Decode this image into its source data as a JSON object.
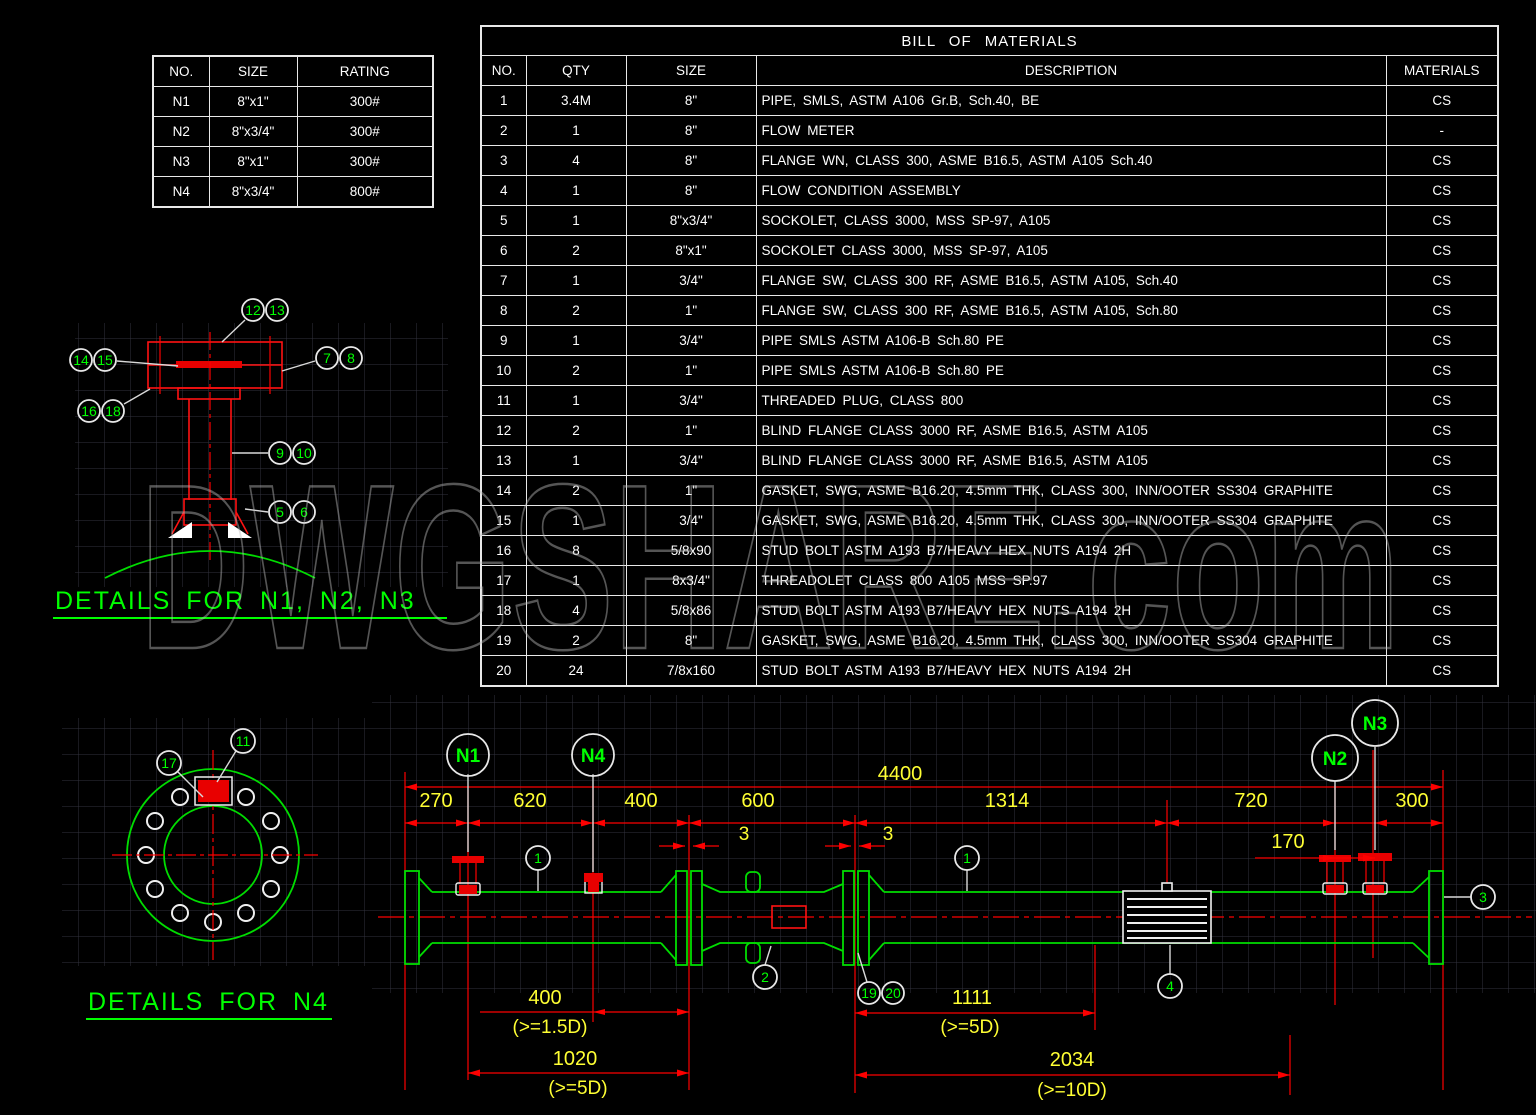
{
  "watermark": "DWGSHARE.com",
  "nozzle_table": {
    "headers": [
      "NO.",
      "SIZE",
      "RATING"
    ],
    "rows": [
      [
        "N1",
        "8\"x1\"",
        "300#"
      ],
      [
        "N2",
        "8\"x3/4\"",
        "300#"
      ],
      [
        "N3",
        "8\"x1\"",
        "300#"
      ],
      [
        "N4",
        "8\"x3/4\"",
        "800#"
      ]
    ]
  },
  "bom": {
    "title": "BILL OF MATERIALS",
    "headers": [
      "NO.",
      "QTY",
      "SIZE",
      "DESCRIPTION",
      "MATERIALS"
    ],
    "rows": [
      [
        "1",
        "3.4M",
        "8\"",
        "PIPE, SMLS, ASTM A106 Gr.B, Sch.40, BE",
        "CS"
      ],
      [
        "2",
        "1",
        "8\"",
        "FLOW METER",
        "-"
      ],
      [
        "3",
        "4",
        "8\"",
        "FLANGE WN, CLASS 300, ASME B16.5, ASTM A105 Sch.40",
        "CS"
      ],
      [
        "4",
        "1",
        "8\"",
        "FLOW CONDITION ASSEMBLY",
        "CS"
      ],
      [
        "5",
        "1",
        "8\"x3/4\"",
        "SOCKOLET, CLASS 3000, MSS SP-97, A105",
        "CS"
      ],
      [
        "6",
        "2",
        "8\"x1\"",
        "SOCKOLET CLASS 3000, MSS SP-97, A105",
        "CS"
      ],
      [
        "7",
        "1",
        "3/4\"",
        "FLANGE SW, CLASS 300 RF, ASME B16.5, ASTM A105, Sch.40",
        "CS"
      ],
      [
        "8",
        "2",
        "1\"",
        "FLANGE SW, CLASS 300 RF, ASME B16.5, ASTM A105, Sch.80",
        "CS"
      ],
      [
        "9",
        "1",
        "3/4\"",
        "PIPE SMLS ASTM A106-B Sch.80 PE",
        "CS"
      ],
      [
        "10",
        "2",
        "1\"",
        "PIPE SMLS ASTM A106-B Sch.80 PE",
        "CS"
      ],
      [
        "11",
        "1",
        "3/4\"",
        "THREADED PLUG, CLASS 800",
        "CS"
      ],
      [
        "12",
        "2",
        "1\"",
        "BLIND FLANGE CLASS 3000 RF, ASME B16.5, ASTM A105",
        "CS"
      ],
      [
        "13",
        "1",
        "3/4\"",
        "BLIND FLANGE CLASS 3000 RF, ASME B16.5, ASTM A105",
        "CS"
      ],
      [
        "14",
        "2",
        "1\"",
        "GASKET, SWG, ASME B16.20, 4.5mm THK, CLASS 300, INN/OOTER SS304 GRAPHITE",
        "CS"
      ],
      [
        "15",
        "1",
        "3/4\"",
        "GASKET, SWG, ASME B16.20, 4.5mm THK, CLASS 300, INN/OOTER SS304 GRAPHITE",
        "CS"
      ],
      [
        "16",
        "8",
        "5/8x90",
        "STUD BOLT ASTM A193 B7/HEAVY HEX NUTS A194 2H",
        "CS"
      ],
      [
        "17",
        "1",
        "8x3/4\"",
        "THREADOLET CLASS 800 A105 MSS SP.97",
        "CS"
      ],
      [
        "18",
        "4",
        "5/8x86",
        "STUD BOLT ASTM A193 B7/HEAVY HEX NUTS A194 2H",
        "CS"
      ],
      [
        "19",
        "2",
        "8\"",
        "GASKET, SWG, ASME B16.20, 4.5mm THK, CLASS 300, INN/OOTER SS304 GRAPHITE",
        "CS"
      ],
      [
        "20",
        "24",
        "7/8x160",
        "STUD BOLT ASTM A193 B7/HEAVY HEX NUTS A194 2H",
        "CS"
      ]
    ]
  },
  "details_n123": {
    "title": "DETAILS FOR N1, N2, N3",
    "callouts": [
      "12",
      "13",
      "14",
      "15",
      "16",
      "18",
      "7",
      "8",
      "9",
      "10",
      "5",
      "6"
    ]
  },
  "details_n4": {
    "title": "DETAILS FOR N4",
    "callouts": [
      "17",
      "11"
    ]
  },
  "assembly": {
    "nozzles": [
      "N1",
      "N4",
      "N2",
      "N3"
    ],
    "items": [
      "1",
      "2",
      "3",
      "4",
      "1",
      "19",
      "20"
    ],
    "dims": {
      "overall": "4400",
      "chain": [
        "270",
        "620",
        "400",
        "600",
        "1314",
        "720",
        "300"
      ],
      "gap1": "3",
      "gap2": "3",
      "n2n3": "170",
      "b1": {
        "v": "400",
        "n": "(>=1.5D)"
      },
      "b2": {
        "v": "1020",
        "n": "(>=5D)"
      },
      "b3": {
        "v": "1111",
        "n": "(>=5D)"
      },
      "b4": {
        "v": "2034",
        "n": "(>=10D)"
      }
    }
  },
  "colors": {
    "green": "#00dd00",
    "red": "#ff1212",
    "yellow": "#ffff33",
    "grid": "#32323e"
  }
}
